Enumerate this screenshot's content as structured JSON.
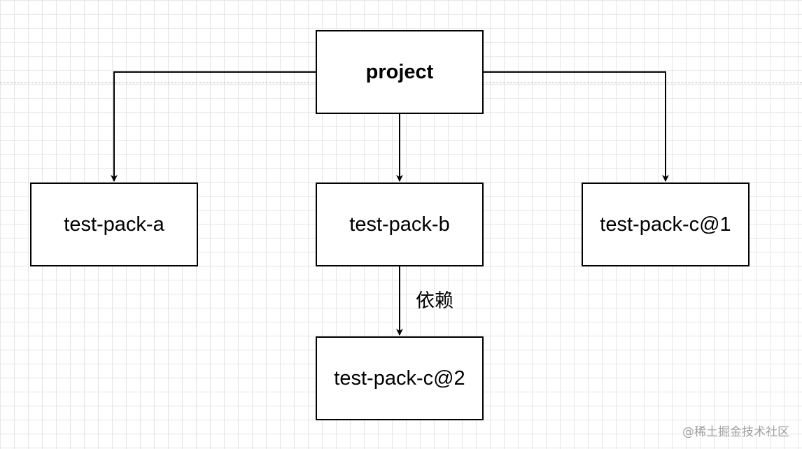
{
  "nodes": {
    "project": "project",
    "test_pack_a": "test-pack-a",
    "test_pack_b": "test-pack-b",
    "test_pack_c1": "test-pack-c@1",
    "test_pack_c2": "test-pack-c@2"
  },
  "edges": [
    {
      "from": "project",
      "to": "test_pack_a",
      "label": ""
    },
    {
      "from": "project",
      "to": "test_pack_b",
      "label": ""
    },
    {
      "from": "project",
      "to": "test_pack_c1",
      "label": ""
    },
    {
      "from": "test_pack_b",
      "to": "test_pack_c2",
      "label": "依赖"
    }
  ],
  "edge_labels": {
    "depends": "依赖"
  },
  "watermark": "@稀土掘金技术社区",
  "colors": {
    "line": "#000000",
    "node_border": "#000000",
    "node_fill": "#ffffff",
    "grid": "#e5e5e5",
    "watermark": "#a0a0a0"
  }
}
